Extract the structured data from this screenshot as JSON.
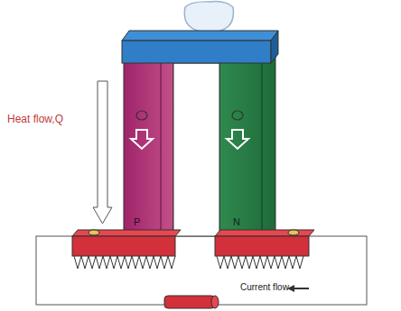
{
  "diagram": {
    "labels": [
      "Heat flow,Q",
      "P",
      "N",
      "Current flow"
    ]
  }
}
